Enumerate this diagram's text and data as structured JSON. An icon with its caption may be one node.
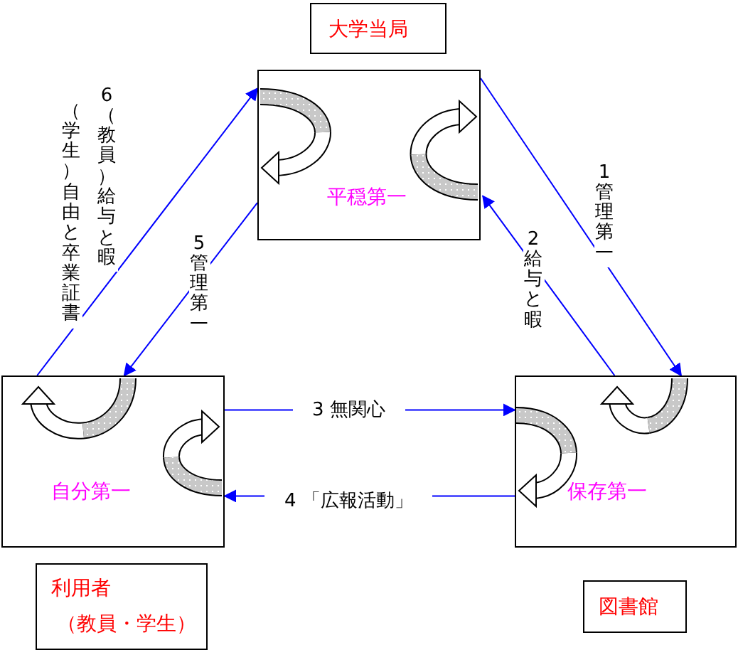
{
  "diagram": {
    "nodes": [
      {
        "text": [
          "大学当局"
        ]
      },
      {
        "text": [
          "平穏第一"
        ]
      },
      {
        "text": [
          "自分第一"
        ]
      },
      {
        "text": [
          "保存第一"
        ]
      },
      {
        "text": [
          "利用者",
          "（教員・学生）"
        ]
      },
      {
        "text": [
          "図書館"
        ]
      }
    ],
    "edges": [
      {
        "from": 1,
        "to": 3,
        "arrow": "to",
        "label": "1管理第一"
      },
      {
        "from": 3,
        "to": 1,
        "arrow": "to",
        "label": "2給与と暇"
      },
      {
        "from": 2,
        "to": 3,
        "arrow": "to",
        "label": "3 無関心"
      },
      {
        "from": 3,
        "to": 2,
        "arrow": "to",
        "label": "4 「広報活動」"
      },
      {
        "from": 1,
        "to": 2,
        "arrow": "to",
        "label": "5管理第一"
      },
      {
        "from": 2,
        "to": 1,
        "arrow": "to",
        "label": "6（教員）給与と暇"
      }
    ],
    "labels": [
      "（学生）自由と卒業証書"
    ]
  }
}
